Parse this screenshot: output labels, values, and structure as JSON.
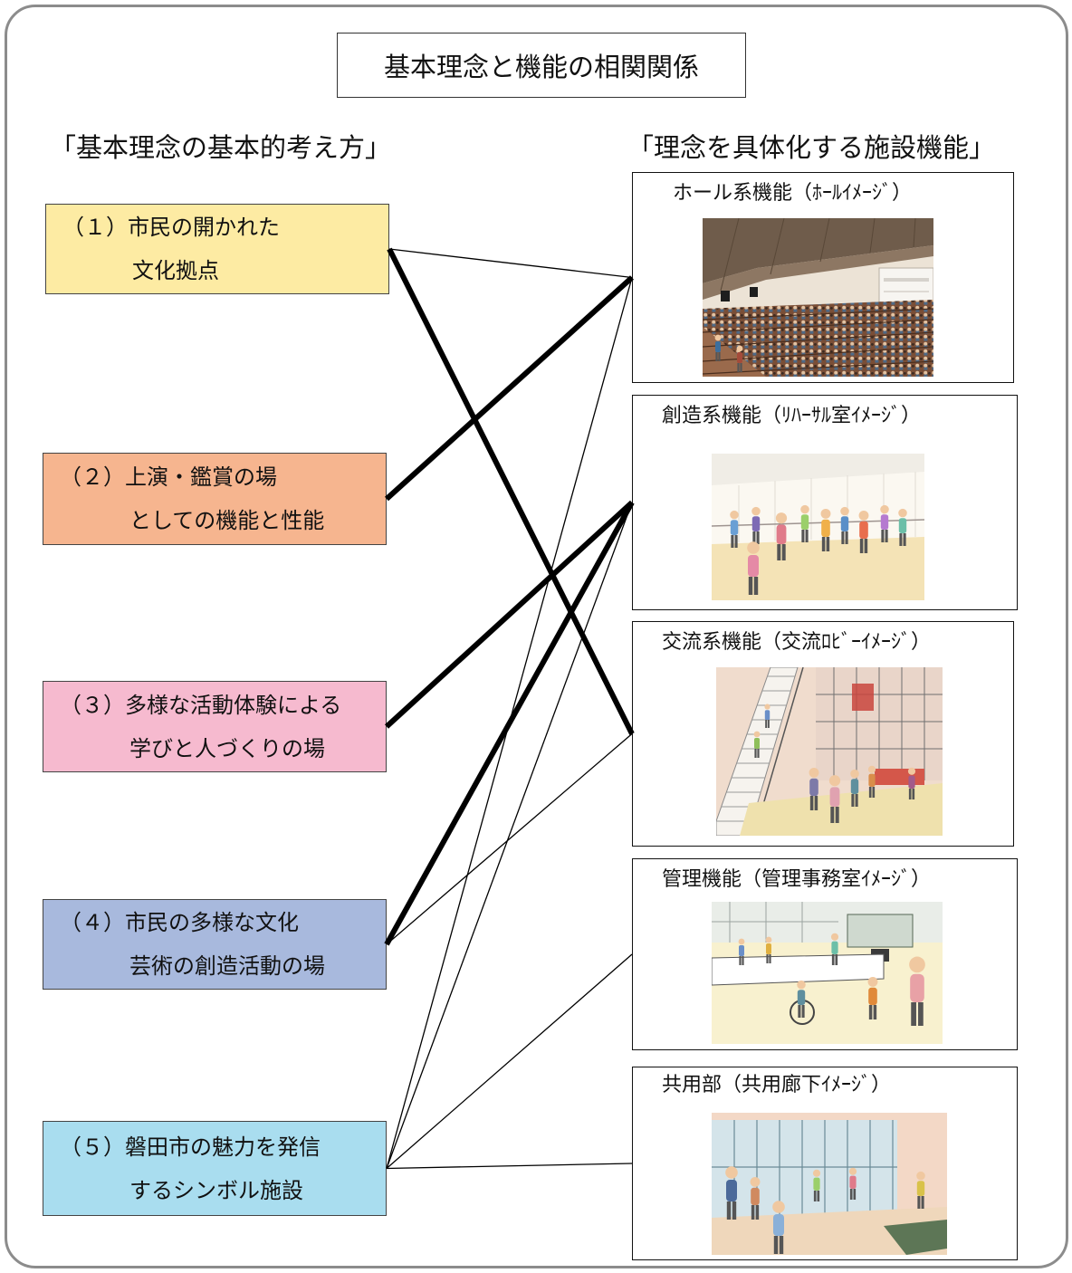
{
  "title": "基本理念と機能の相関関係",
  "left_heading": "「基本理念の基本的考え方」",
  "right_heading": "「理念を具体化する施設機能」",
  "principles": [
    {
      "line1": "（１）市民の開かれた",
      "line2": "文化拠点",
      "color": "#FDEBA3"
    },
    {
      "line1": "（２）上演・鑑賞の場",
      "line2": "としての機能と性能",
      "color": "#F6B58F"
    },
    {
      "line1": "（３）多様な活動体験による",
      "line2": "学びと人づくりの場",
      "color": "#F6BACF"
    },
    {
      "line1": "（４）市民の多様な文化",
      "line2": "芸術の創造活動の場",
      "color": "#A8B9DD"
    },
    {
      "line1": "（５）磐田市の魅力を発信",
      "line2": "するシンボル施設",
      "color": "#A9DDEF"
    }
  ],
  "functions": [
    {
      "label": "ホール系機能（ﾎｰﾙｲﾒｰｼﾞ）",
      "illustration": "hall-illustration"
    },
    {
      "label": "創造系機能（ﾘﾊｰｻﾙ室ｲﾒｰｼﾞ）",
      "illustration": "rehearsal-room-illustration"
    },
    {
      "label": "交流系機能（交流ﾛﾋﾞｰｲﾒｰｼﾞ）",
      "illustration": "lobby-illustration"
    },
    {
      "label": "管理機能（管理事務室ｲﾒｰｼﾞ）",
      "illustration": "office-illustration"
    },
    {
      "label": "共用部（共用廊下ｲﾒｰｼﾞ）",
      "illustration": "corridor-illustration"
    }
  ],
  "connections": [
    {
      "from": 1,
      "to": 1,
      "strong": false
    },
    {
      "from": 1,
      "to": 3,
      "strong": true
    },
    {
      "from": 2,
      "to": 1,
      "strong": true
    },
    {
      "from": 3,
      "to": 2,
      "strong": true
    },
    {
      "from": 4,
      "to": 2,
      "strong": true
    },
    {
      "from": 4,
      "to": 3,
      "strong": false
    },
    {
      "from": 5,
      "to": 1,
      "strong": false
    },
    {
      "from": 5,
      "to": 2,
      "strong": false
    },
    {
      "from": 5,
      "to": 4,
      "strong": false
    },
    {
      "from": 5,
      "to": 5,
      "strong": false
    }
  ]
}
